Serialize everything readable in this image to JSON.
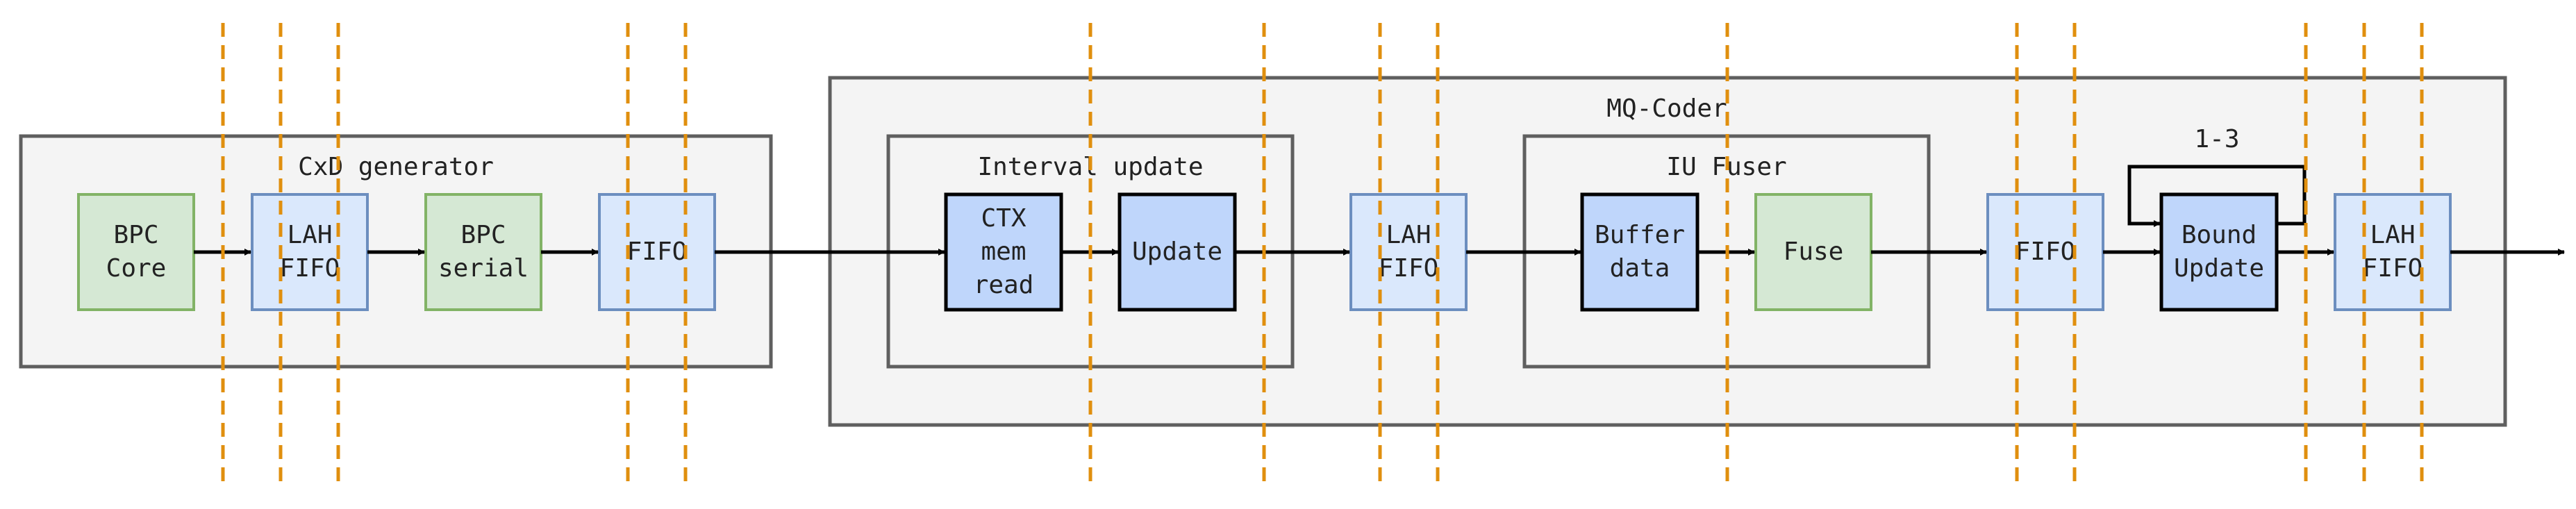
{
  "groups": {
    "cxd": {
      "title": "CxD generator"
    },
    "mq": {
      "title": "MQ-Coder"
    },
    "interval": {
      "title": "Interval update"
    },
    "iu": {
      "title": "IU Fuser"
    }
  },
  "blocks": {
    "bpc_core": {
      "lines": [
        "BPC",
        "Core"
      ]
    },
    "lah1": {
      "lines": [
        "LAH",
        "FIFO"
      ]
    },
    "bpc_serial": {
      "lines": [
        "BPC",
        "serial"
      ]
    },
    "fifo1": {
      "lines": [
        "FIFO"
      ]
    },
    "ctx": {
      "lines": [
        "CTX",
        "mem",
        "read"
      ]
    },
    "update": {
      "lines": [
        "Update"
      ]
    },
    "lah2": {
      "lines": [
        "LAH",
        "FIFO"
      ]
    },
    "buffer": {
      "lines": [
        "Buffer",
        "data"
      ]
    },
    "fuse": {
      "lines": [
        "Fuse"
      ]
    },
    "fifo2": {
      "lines": [
        "FIFO"
      ]
    },
    "bound": {
      "lines": [
        "Bound",
        "Update"
      ]
    },
    "lah3": {
      "lines": [
        "LAH",
        "FIFO"
      ]
    }
  },
  "loop_label": "1-3",
  "colors": {
    "group_fill": "#f4f4f4",
    "group_stroke": "#5f5f5f",
    "green_fill": "#d5e8d4",
    "green_stroke": "#82b366",
    "blue_fill": "#dae8fc",
    "blue_stroke": "#6c8ebf",
    "dark_blue_fill": "#bfd6fb",
    "dashed": "#e08f0e",
    "arrow": "#000000"
  }
}
